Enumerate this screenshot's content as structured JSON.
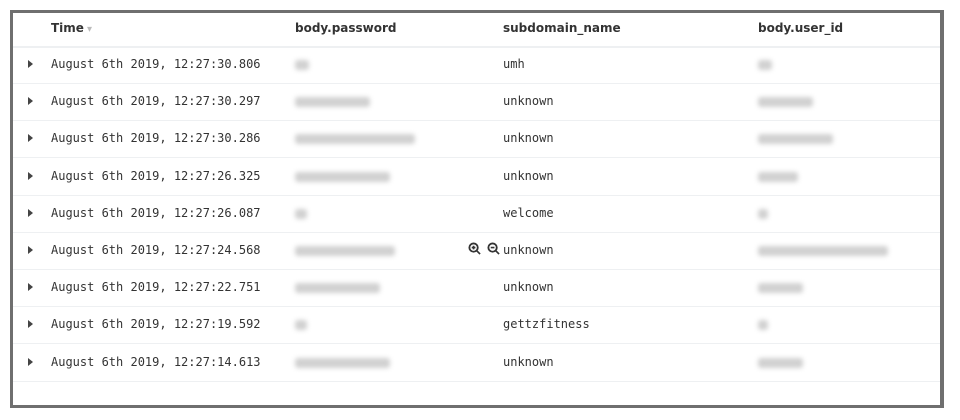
{
  "columns": {
    "time": "Time",
    "password": "body.password",
    "subdomain": "subdomain_name",
    "user_id": "body.user_id"
  },
  "sort_indicator": "sort-descending-icon",
  "rows": [
    {
      "time": "August 6th 2019, 12:27:30.806",
      "subdomain": "umh"
    },
    {
      "time": "August 6th 2019, 12:27:30.297",
      "subdomain": "unknown"
    },
    {
      "time": "August 6th 2019, 12:27:30.286",
      "subdomain": "unknown"
    },
    {
      "time": "August 6th 2019, 12:27:26.325",
      "subdomain": "unknown"
    },
    {
      "time": "August 6th 2019, 12:27:26.087",
      "subdomain": "welcome"
    },
    {
      "time": "August 6th 2019, 12:27:24.568",
      "subdomain": "unknown"
    },
    {
      "time": "August 6th 2019, 12:27:22.751",
      "subdomain": "unknown"
    },
    {
      "time": "August 6th 2019, 12:27:19.592",
      "subdomain": "gettzfitness"
    },
    {
      "time": "August 6th 2019, 12:27:14.613",
      "subdomain": "unknown"
    }
  ]
}
